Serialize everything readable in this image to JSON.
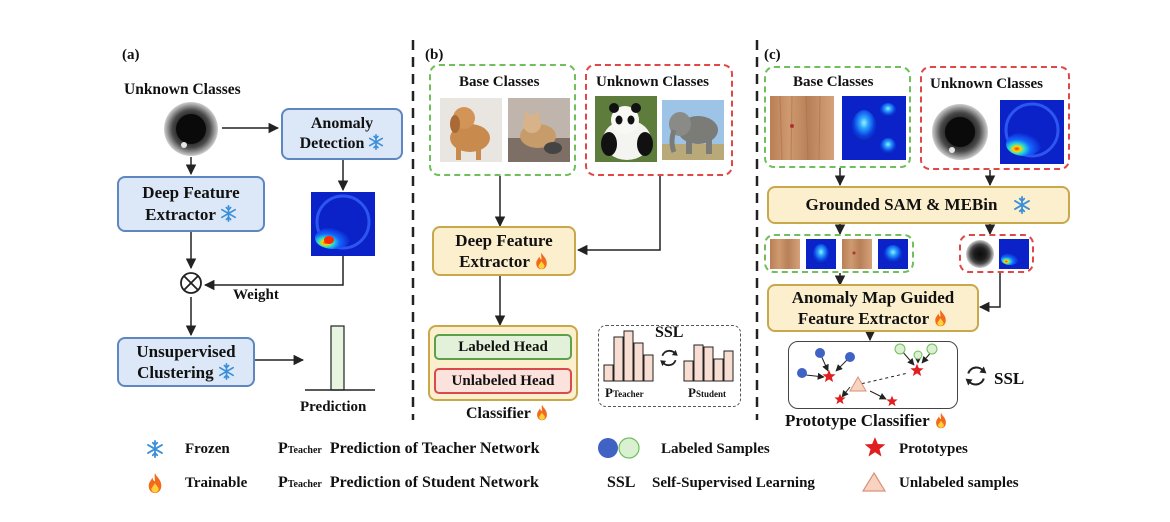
{
  "panel_a": {
    "label": "(a)",
    "unknown_classes": "Unknown Classes",
    "anomaly_detection": [
      "Anomaly",
      "Detection"
    ],
    "deep_feature_extractor": [
      "Deep Feature",
      "Extractor"
    ],
    "weight": "Weight",
    "unsupervised_clustering": [
      "Unsupervised",
      "Clustering"
    ],
    "prediction": "Prediction"
  },
  "panel_b": {
    "label": "(b)",
    "base_classes": "Base Classes",
    "unknown_classes": "Unknown Classes",
    "deep_feature_extractor": [
      "Deep Feature",
      "Extractor"
    ],
    "labeled_head": "Labeled Head",
    "unlabeled_head": "Unlabeled Head",
    "classifier": "Classifier",
    "ssl": "SSL",
    "p_teacher_main": "P",
    "p_teacher_sub": "Teacher",
    "p_student_main": "P",
    "p_student_sub": "Student"
  },
  "panel_c": {
    "label": "(c)",
    "base_classes": "Base Classes",
    "unknown_classes": "Unknown Classes",
    "grounded_sam": "Grounded SAM & MEBin",
    "anomaly_map_extractor": [
      "Anomaly Map Guided",
      "Feature Extractor"
    ],
    "ssl": "SSL",
    "prototype_classifier": "Prototype Classifier"
  },
  "legend": {
    "frozen": "Frozen",
    "trainable": "Trainable",
    "p_teacher_main": "P",
    "p_teacher_sub": "Teacher",
    "p_teacher_desc": "Prediction of Teacher Network",
    "p_student_main": "P",
    "p_student_sub": "Teacher",
    "p_student_desc": "Prediction of Student Network",
    "labeled_samples": "Labeled Samples",
    "ssl": "SSL",
    "ssl_desc": "Self-Supervised Learning",
    "prototypes": "Prototypes",
    "unlabeled_samples": "Unlabeled samples"
  },
  "colors": {
    "frozen_box_fill": "#dce8f7",
    "frozen_box_border": "#5e86c0",
    "trainable_box_fill": "#fbefcd",
    "trainable_box_border": "#c9a74b",
    "base_dash": "#6fbf5a",
    "unknown_dash": "#e04848",
    "prototype_star": "#e02020",
    "labeled_blue": "#3f62c4",
    "labeled_green": "#d9f0d2"
  },
  "icons": [
    "snowflake-icon",
    "flame-icon",
    "star-icon",
    "triangle-icon",
    "cycle-arrows-icon"
  ]
}
